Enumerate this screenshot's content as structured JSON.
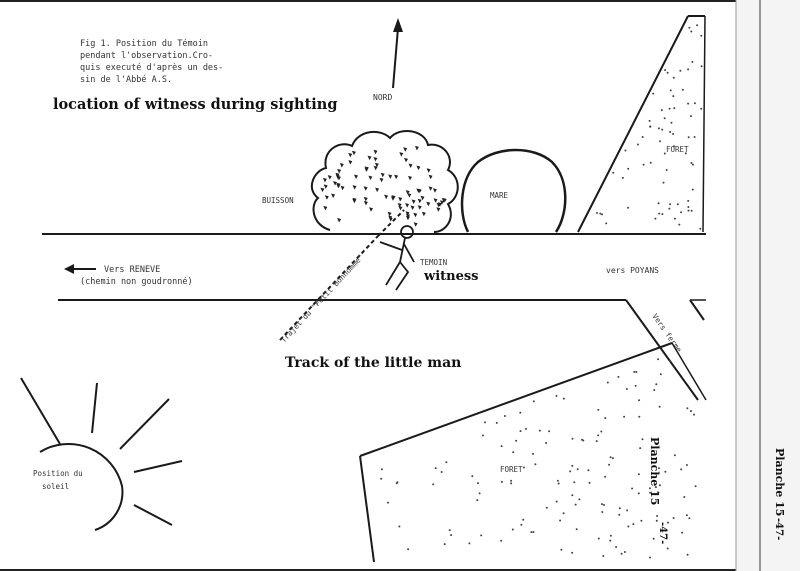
{
  "caption": {
    "line1": "Fig 1. Position du Témoin",
    "line2": "pendant l'observation.Cro-",
    "line3": "quis executé d'après un des-",
    "line4": "sin de l'Abbé A.S."
  },
  "annotations": {
    "location": "location of witness during sighting",
    "witness": "witness",
    "track": "Track of the little man"
  },
  "labels": {
    "north": "NORD",
    "forest_top": "FORET",
    "bush": "BUISSON",
    "pond": "MARE",
    "witness_fr": "TEMOIN",
    "to_reneve": "Vers RENEVE",
    "unpaved": "(chemin non goudronné)",
    "to_poyans": "vers POYANS",
    "to_farm": "Vers ferme",
    "trajectory": "Trajet du \"Petit Bonhomme\"",
    "sun": "Position du",
    "sun2": "soleil",
    "forest_bottom": "FORET",
    "plate_inner": "Planche 15",
    "page_inner": "-47-",
    "plate_margin": "Planche 15",
    "page_margin": "-47-"
  },
  "colors": {
    "ink": "#1a1a1a",
    "text": "#333333",
    "margin": "#f2f2f2"
  }
}
